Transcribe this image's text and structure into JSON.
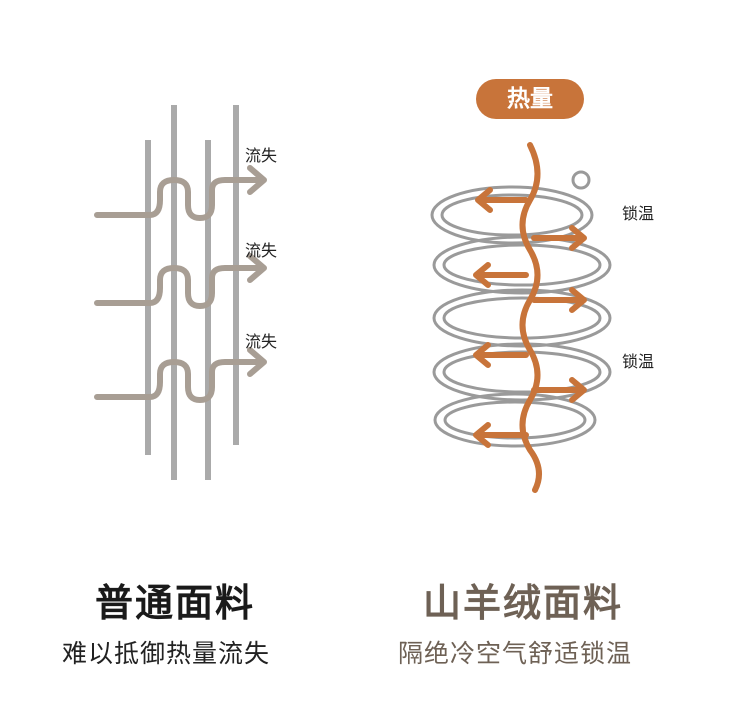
{
  "left": {
    "labels": [
      "流失",
      "流失",
      "流失"
    ],
    "title": "普通面料",
    "subtitle": "难以抵御热量流失"
  },
  "right": {
    "badge": "热量",
    "labels": [
      "锁温",
      "锁温"
    ],
    "title": "山羊绒面料",
    "subtitle": "隔绝冷空气舒适锁温"
  },
  "colors": {
    "accent": "#c8743a",
    "title_right": "#6e6155",
    "title_left": "#1a1a1a",
    "gray": "#a8a8a8"
  }
}
